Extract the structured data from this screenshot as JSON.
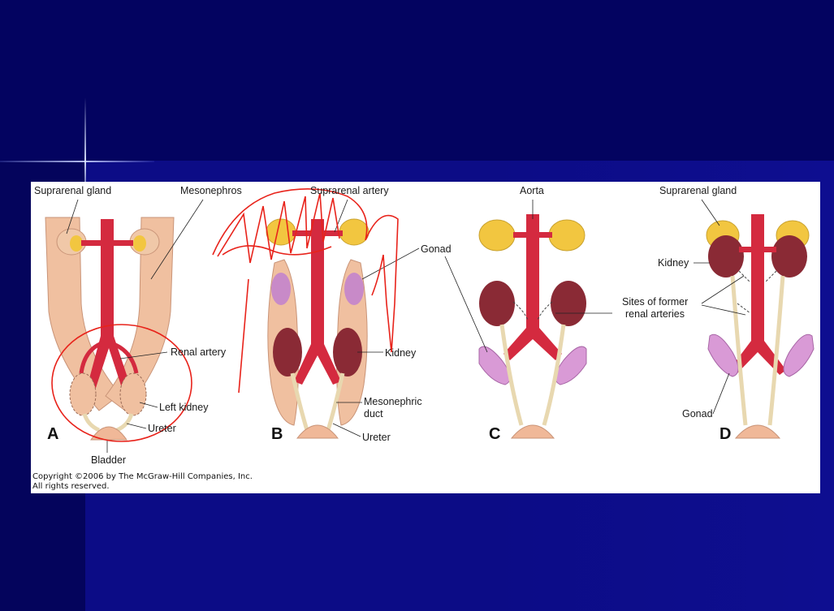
{
  "colors": {
    "slide_background": "#0c0c86",
    "artery": "#d42a3f",
    "mesonephros": "#f0c0a0",
    "suprarenal_gland": "#f2c640",
    "kidney": "#8a2a35",
    "gonad": "#d99ad6",
    "annotation_ink": "#e8231b"
  },
  "labels": {
    "suprarenal_gland_a": "Suprarenal gland",
    "mesonephros": "Mesonephros",
    "suprarenal_artery": "Suprarenal artery",
    "renal_artery": "Renal artery",
    "left_kidney": "Left kidney",
    "ureter_a": "Ureter",
    "bladder": "Bladder",
    "gonad_b": "Gonad",
    "kidney_b": "Kidney",
    "mesonephric_duct_line1": "Mesonephric",
    "mesonephric_duct_line2": "duct",
    "ureter_b": "Ureter",
    "aorta": "Aorta",
    "suprarenal_gland_d": "Suprarenal gland",
    "kidney_d": "Kidney",
    "sites_line1": "Sites of former",
    "sites_line2": "renal arteries",
    "gonad_d": "Gonad"
  },
  "panel_letters": {
    "a": "A",
    "b": "B",
    "c": "C",
    "d": "D"
  },
  "copyright": {
    "line1": "Copyright ©2006 by The McGraw-Hill Companies, Inc.",
    "line2": "All rights reserved."
  }
}
